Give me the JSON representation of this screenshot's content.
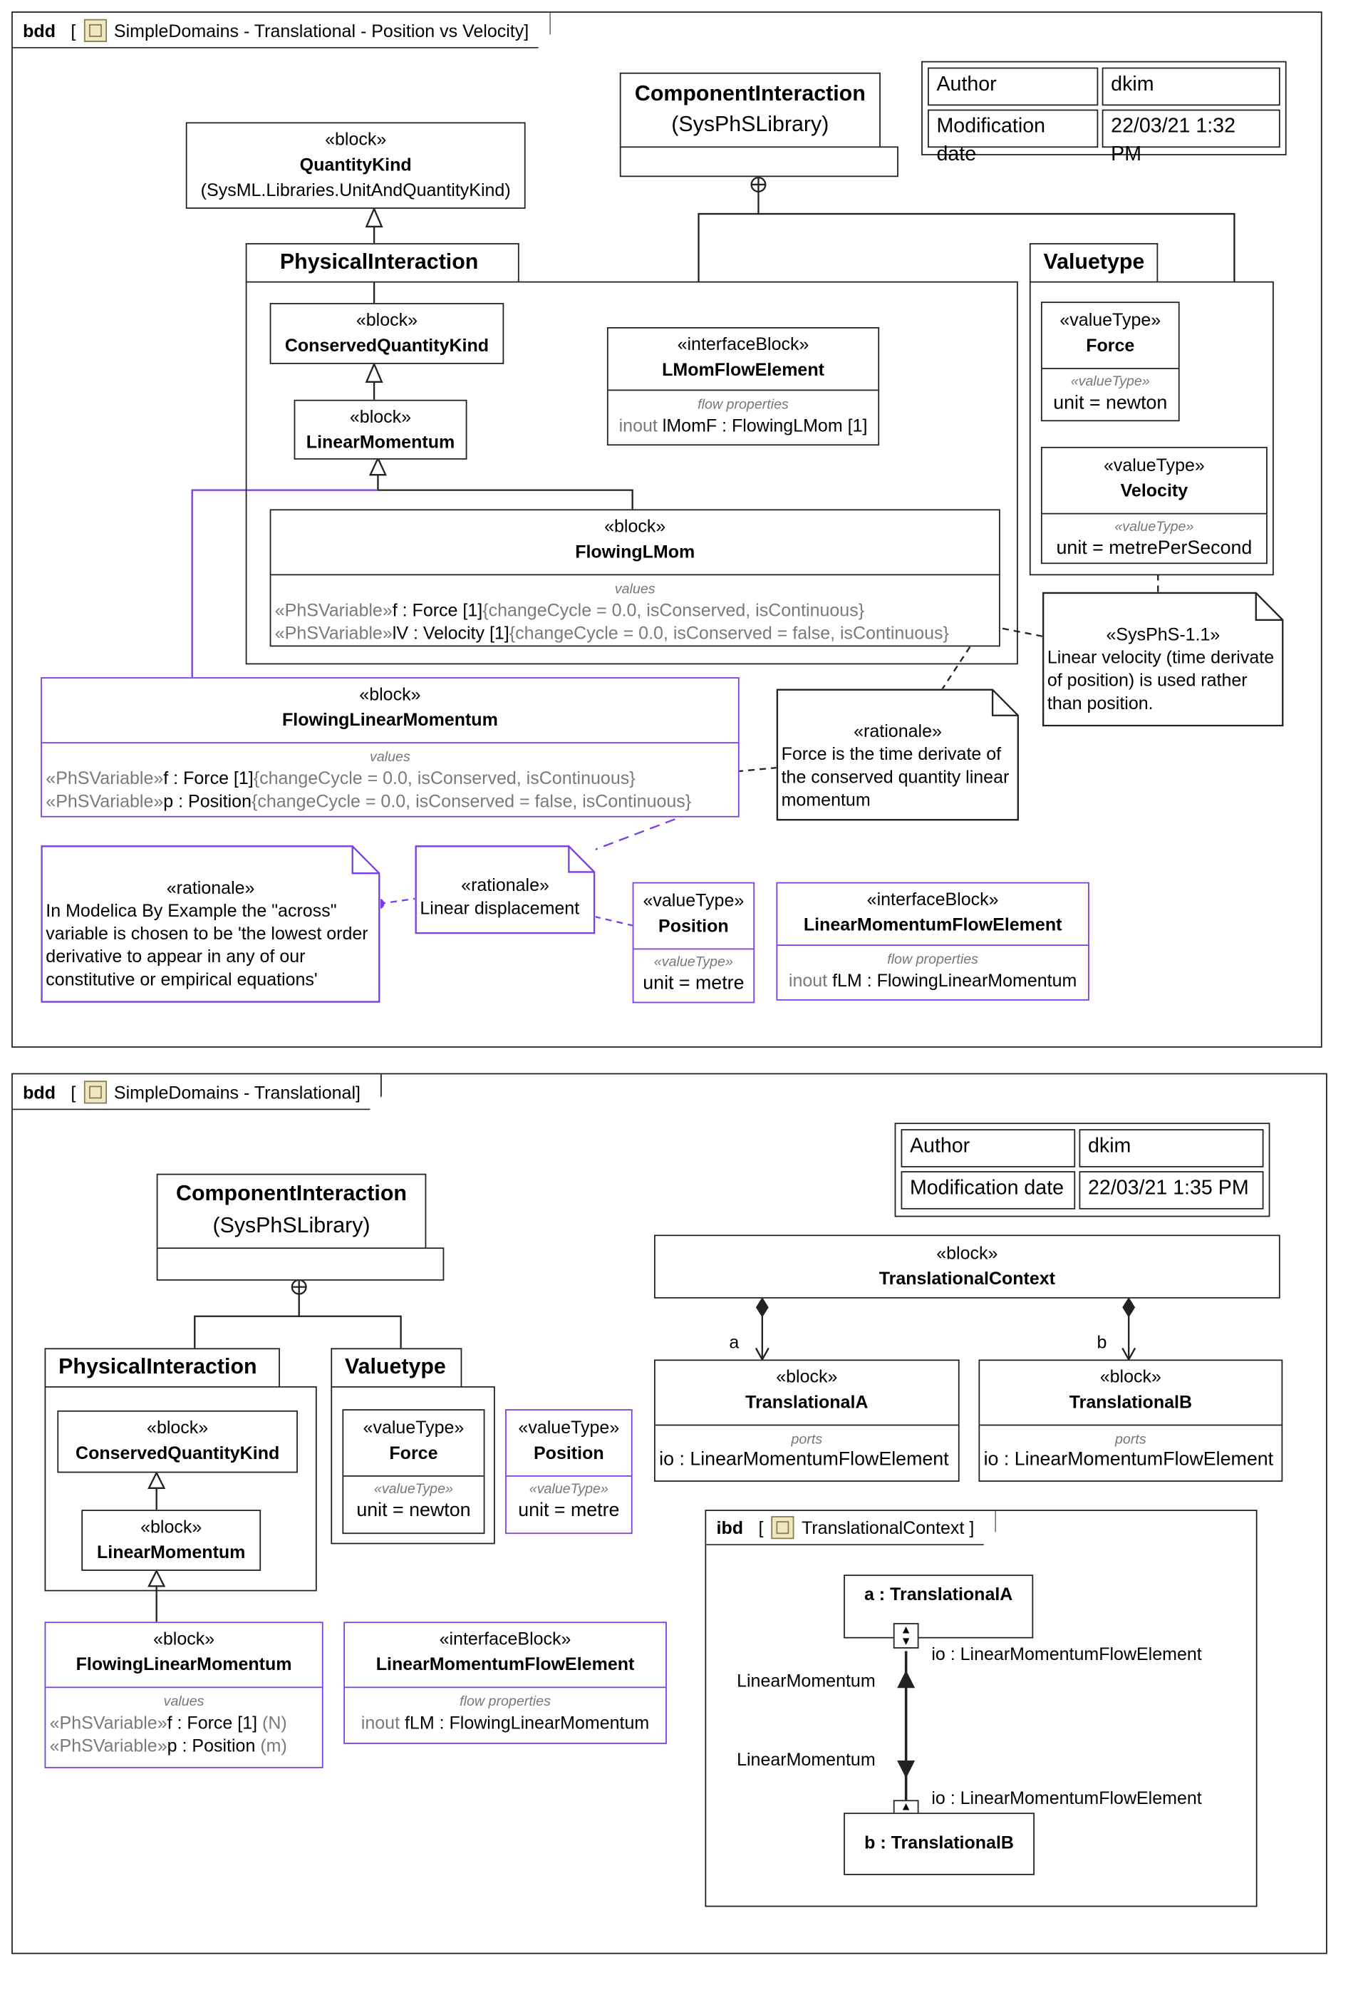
{
  "diagram1": {
    "kind": "bdd",
    "title": "SimpleDomains - Translational - Position vs Velocity]",
    "author_label": "Author",
    "author": "dkim",
    "mod_label": "Modification date",
    "mod_date": "22/03/21 1:32 PM",
    "component_interaction": {
      "name": "ComponentInteraction",
      "lib": "(SysPhSLibrary)"
    },
    "quantity_kind": {
      "stereotype": "«block»",
      "name": "QuantityKind",
      "lib": "(SysML.Libraries.UnitAndQuantityKind)"
    },
    "physical_interaction": "PhysicalInteraction",
    "valuetype_pkg": "Valuetype",
    "conserved_quantity_kind": {
      "stereotype": "«block»",
      "name": "ConservedQuantityKind"
    },
    "linear_momentum": {
      "stereotype": "«block»",
      "name": "LinearMomentum"
    },
    "lmom_flow_element": {
      "stereotype": "«interfaceBlock»",
      "name": "LMomFlowElement",
      "compartment": "flow properties",
      "dir": "inout",
      "prop": "lMomF",
      "type": " : FlowingLMom [1]"
    },
    "force_vt": {
      "stereotype": "«valueType»",
      "name": "Force",
      "compartment": "«valueType»",
      "unit": "unit = newton"
    },
    "velocity_vt": {
      "stereotype": "«valueType»",
      "name": "Velocity",
      "compartment": "«valueType»",
      "unit": "unit = metrePerSecond"
    },
    "flowing_lmom": {
      "stereotype": "«block»",
      "name": "FlowingLMom",
      "compartment": "values",
      "rows": [
        {
          "st": "«PhSVariable»",
          "name": "f",
          "type": " : Force [1]",
          "constraint": "{changeCycle = 0.0, isConserved, isContinuous}"
        },
        {
          "st": "«PhSVariable»",
          "name": "lV",
          "type": " : Velocity [1]",
          "constraint": "{changeCycle = 0.0, isConserved = false, isContinuous}"
        }
      ]
    },
    "sysphs_note": {
      "stereotype": "«SysPhS-1.1»",
      "text": "Linear velocity (time derivate of position) is used rather than position."
    },
    "flowing_linear_momentum": {
      "stereotype": "«block»",
      "name": "FlowingLinearMomentum",
      "compartment": "values",
      "rows": [
        {
          "st": "«PhSVariable»",
          "name": "f",
          "type": " : Force [1]",
          "constraint": "{changeCycle = 0.0, isConserved, isContinuous}"
        },
        {
          "st": "«PhSVariable»",
          "name": "p",
          "type": " : Position",
          "constraint": "{changeCycle = 0.0, isConserved = false, isContinuous}"
        }
      ]
    },
    "rationale_force": {
      "stereotype": "«rationale»",
      "text": "Force is the time derivate of the conserved quantity linear momentum"
    },
    "rationale_modelica": {
      "stereotype": "«rationale»",
      "text": "In Modelica By Example the \"across\" variable is chosen to be 'the lowest order derivative to appear in any of our constitutive or empirical equations'"
    },
    "rationale_linear": {
      "stereotype": "«rationale»",
      "text": "Linear displacement"
    },
    "position_vt": {
      "stereotype": "«valueType»",
      "name": "Position",
      "compartment": "«valueType»",
      "unit": "unit = metre"
    },
    "lm_flow_element": {
      "stereotype": "«interfaceBlock»",
      "name": "LinearMomentumFlowElement",
      "compartment": "flow properties",
      "dir": "inout",
      "prop": "fLM",
      "type": " : FlowingLinearMomentum"
    }
  },
  "diagram2": {
    "kind": "bdd",
    "title": "SimpleDomains - Translational]",
    "author_label": "Author",
    "author": "dkim",
    "mod_label": "Modification date",
    "mod_date": "22/03/21 1:35 PM",
    "component_interaction": {
      "name": "ComponentInteraction",
      "lib": "(SysPhSLibrary)"
    },
    "physical_interaction": "PhysicalInteraction",
    "valuetype_pkg": "Valuetype",
    "conserved_quantity_kind": {
      "stereotype": "«block»",
      "name": "ConservedQuantityKind"
    },
    "linear_momentum": {
      "stereotype": "«block»",
      "name": "LinearMomentum"
    },
    "force_vt": {
      "stereotype": "«valueType»",
      "name": "Force",
      "compartment": "«valueType»",
      "unit": "unit = newton"
    },
    "position_vt": {
      "stereotype": "«valueType»",
      "name": "Position",
      "compartment": "«valueType»",
      "unit": "unit = metre"
    },
    "flowing_linear_momentum": {
      "stereotype": "«block»",
      "name": "FlowingLinearMomentum",
      "compartment": "values",
      "rows": [
        {
          "st": "«PhSVariable»",
          "name": "f",
          "type": " : Force [1]",
          "unit": " (N)"
        },
        {
          "st": "«PhSVariable»",
          "name": "p",
          "type": " : Position",
          "unit": " (m)"
        }
      ]
    },
    "lm_flow_element": {
      "stereotype": "«interfaceBlock»",
      "name": "LinearMomentumFlowElement",
      "compartment": "flow properties",
      "dir": "inout",
      "prop": "fLM",
      "type": " : FlowingLinearMomentum"
    },
    "translational_context": {
      "stereotype": "«block»",
      "name": "TranslationalContext"
    },
    "role_a": "a",
    "role_b": "b",
    "translational_a": {
      "stereotype": "«block»",
      "name": "TranslationalA",
      "compartment": "ports",
      "port": "io : LinearMomentumFlowElement"
    },
    "translational_b": {
      "stereotype": "«block»",
      "name": "TranslationalB",
      "compartment": "ports",
      "port": "io : LinearMomentumFlowElement"
    },
    "ibd": {
      "kind": "ibd",
      "title": "TranslationalContext ]",
      "part_a": "a : TranslationalA",
      "part_b": "b : TranslationalB",
      "port_a": "io : LinearMomentumFlowElement",
      "port_b": "io : LinearMomentumFlowElement",
      "flow_label_top": "LinearMomentum",
      "flow_label_bottom": "LinearMomentum"
    }
  }
}
